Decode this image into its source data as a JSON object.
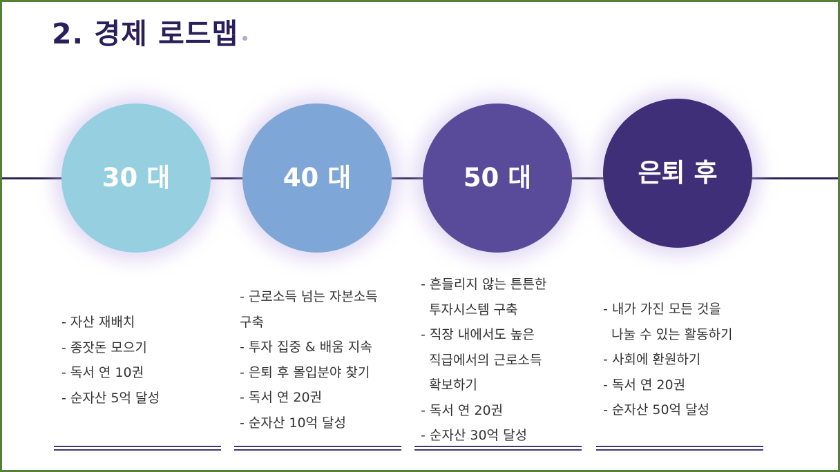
{
  "title": "2. 경제 로드맵",
  "colors": {
    "frame": "#548235",
    "title": "#2a1f5c",
    "line": "#2c2356",
    "stage_30": "#96cfe0",
    "stage_40": "#7ea6d6",
    "stage_50": "#5a4a9a",
    "stage_retire": "#3f2f78"
  },
  "stages": [
    {
      "label": "30 대",
      "items": [
        "- 자산 재배치",
        "- 종잣돈 모으기",
        "- 독서 연 10권",
        "- 순자산 5억 달성"
      ]
    },
    {
      "label": "40 대",
      "items": [
        "- 근로소득 넘는 자본소득",
        "구축",
        "- 투자 집중 & 배움 지속",
        "- 은퇴 후 몰입분야 찾기",
        "- 독서 연 20권",
        "- 순자산 10억 달성"
      ]
    },
    {
      "label": "50 대",
      "items": [
        "- 흔들리지 않는 튼튼한",
        "  투자시스템 구축",
        "- 직장 내에서도 높은",
        "  직급에서의 근로소득",
        "  확보하기",
        "- 독서 연 20권",
        "- 순자산 30억 달성"
      ]
    },
    {
      "label": "은퇴 후",
      "items": [
        "- 내가 가진 모든 것을",
        "  나눌 수 있는 활동하기",
        "- 사회에 환원하기",
        "- 독서 연 20권",
        "- 순자산 50억 달성"
      ]
    }
  ]
}
